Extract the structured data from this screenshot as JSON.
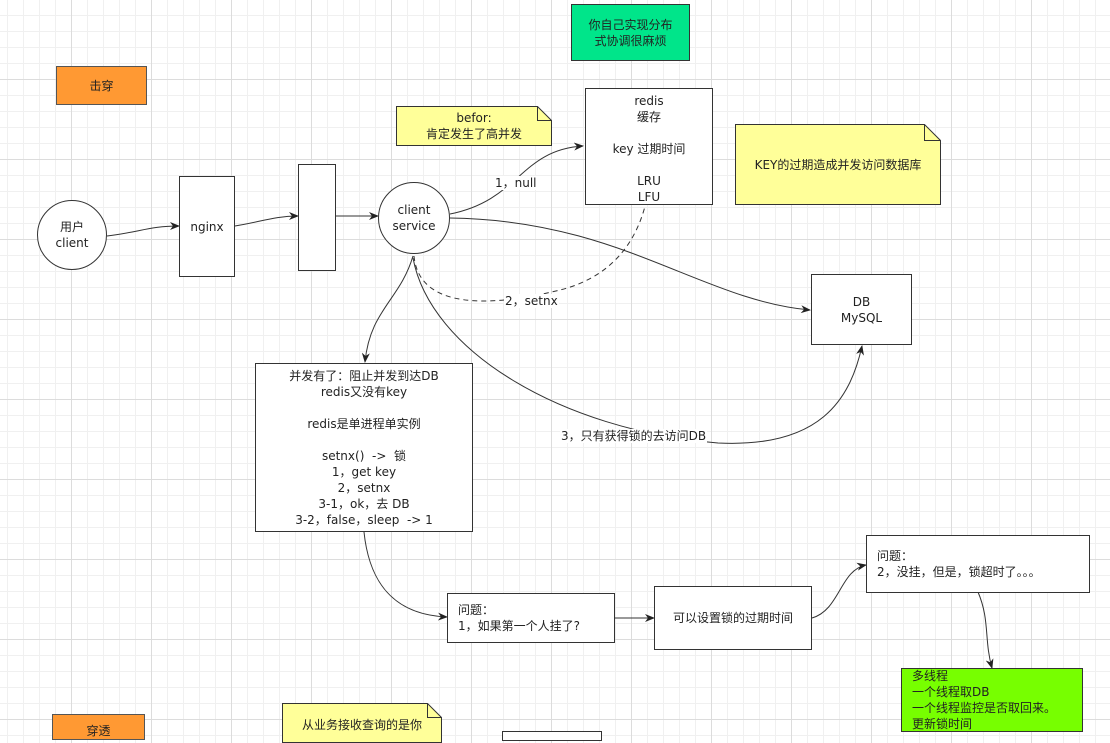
{
  "nodes": {
    "jichuan": "击穿",
    "chuantou": "穿透",
    "distributed_note": [
      "你自己实现分布",
      "式协调很麻烦"
    ],
    "user_client": [
      "用户",
      "client"
    ],
    "nginx": "nginx",
    "client_service": [
      "client",
      "service"
    ],
    "redis": [
      "redis",
      "缓存",
      "",
      "key 过期时间",
      "",
      "LRU",
      "LFU"
    ],
    "db": [
      "DB",
      "MySQL"
    ],
    "concurrency": [
      "并发有了：阻止并发到达DB",
      "redis又没有key",
      "",
      "redis是单进程单实例",
      "",
      "setnx()  ->  锁",
      "1，get key",
      "2，setnx",
      "3-1，ok，去 DB",
      "3-2，false，sleep  -> 1"
    ],
    "problem1": [
      "问题：",
      "1，如果第一个人挂了?"
    ],
    "lock_expire": "可以设置锁的过期时间",
    "problem2": [
      "问题：",
      "2，没挂，但是，锁超时了。。。"
    ],
    "multithread": [
      "多线程",
      "一个线程取DB",
      "一个线程监控是否取回来。",
      "更新锁时间"
    ]
  },
  "notes": {
    "before": [
      "befor:",
      "肯定发生了高并发"
    ],
    "key_expire": "KEY的过期造成并发访问数据库",
    "business": "从业务接收查询的是你"
  },
  "edges": {
    "null_label": "1，null",
    "setnx_label": "2，setnx",
    "lock_db_label": "3，只有获得锁的去访问DB"
  },
  "colors": {
    "orange": "#ff9933",
    "green": "#00e58a",
    "lime": "#77ff00",
    "note_yellow": "#ffff99"
  }
}
